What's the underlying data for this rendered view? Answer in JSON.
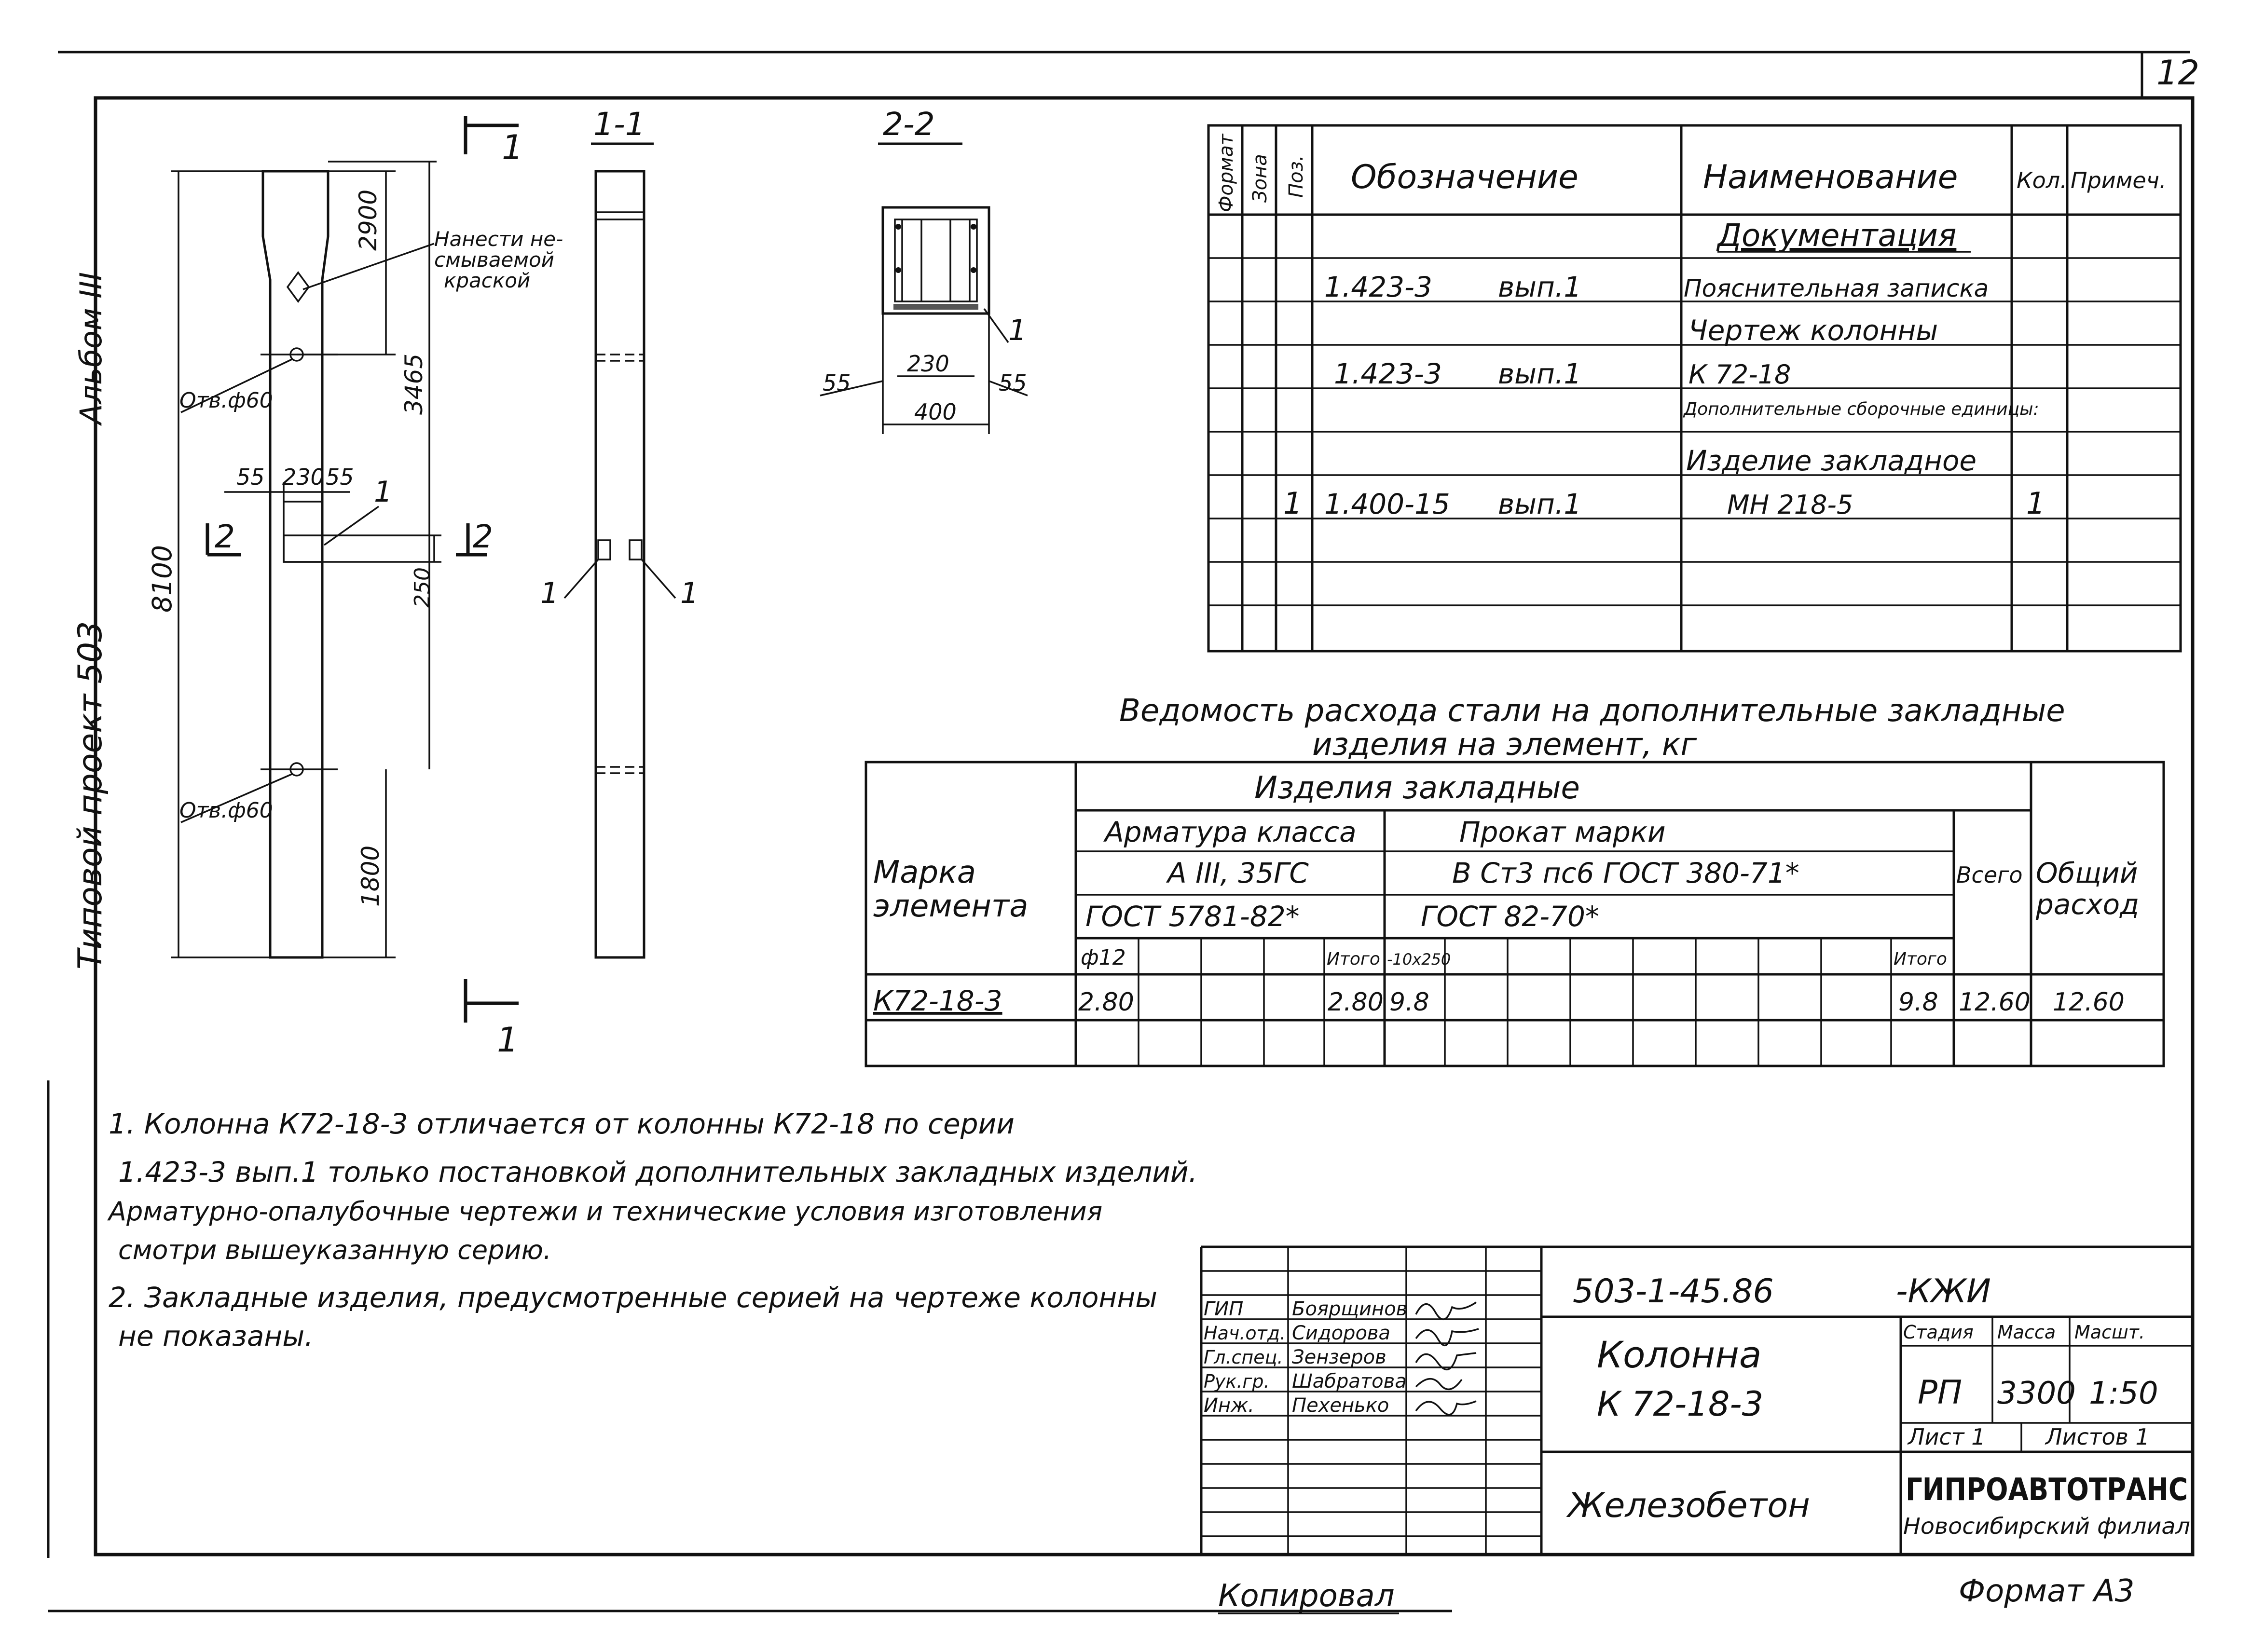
{
  "sheet": {
    "sheet_number": "12",
    "side_label": "Типовой проект 503",
    "side_album": "Альбом III",
    "copied_by": "Копировал",
    "format": "Формат А3"
  },
  "drawing": {
    "section_label_1": "1",
    "section_1_1": "1-1",
    "section_2_2": "2-2",
    "cut_label_2": "2",
    "note_paint": [
      "Нанести не-",
      "смываемой",
      "краской"
    ],
    "hole_label": "Отв.ф60",
    "item_label": "1",
    "dims": {
      "overall": "8100",
      "top": "2900",
      "middle": "3465",
      "bottom": "1800",
      "opening": "250",
      "left_gap": "55",
      "width_230": "230",
      "right_gap": "55",
      "sec_w": "400"
    }
  },
  "spec_table": {
    "headers": [
      "Формат",
      "Зона",
      "Поз.",
      "Обозначение",
      "Наименование",
      "Кол.",
      "Примеч."
    ],
    "section_title": "Документация",
    "rows": [
      {
        "pos": "",
        "code": "1.423-3",
        "issue": "вып.1",
        "name": "Пояснительная записка",
        "qty": ""
      },
      {
        "pos": "",
        "code": "",
        "issue": "",
        "name": "Чертеж колонны",
        "qty": ""
      },
      {
        "pos": "",
        "code": "1.423-3",
        "issue": "вып.1",
        "name": "К 72-18",
        "qty": ""
      },
      {
        "pos": "",
        "code": "",
        "issue": "",
        "name": "Дополнительные сборочные единицы:",
        "qty": ""
      },
      {
        "pos": "",
        "code": "",
        "issue": "",
        "name": "Изделие закладное",
        "qty": ""
      },
      {
        "pos": "1",
        "code": "1.400-15",
        "issue": "вып.1",
        "name": "МН 218-5",
        "qty": "1"
      }
    ]
  },
  "steel_table": {
    "title_line1": "Ведомость расхода стали на дополнительные закладные",
    "title_line2": "изделия на элемент, кг",
    "group_header": "Изделия закладные",
    "row_header": [
      "Марка",
      "элемента"
    ],
    "rebar_class": "Арматура класса",
    "rebar_grade": "А III, 35ГС",
    "rebar_gost": "ГОСТ 5781-82*",
    "rolled_brand": "Прокат марки",
    "rolled_grade": "В Ст3 пс6 ГОСТ 380-71*",
    "rolled_gost": "ГОСТ 82-70*",
    "col_total": "Всего",
    "col_overall": [
      "Общий",
      "расход"
    ],
    "sub_d12": "ф12",
    "sub_itogo": "Итого",
    "sub_10x250": "-10х250",
    "sub_itogo2": "Итого",
    "row": {
      "mark": "К72-18-3",
      "d12": "2.80",
      "itogo": "2.80",
      "p10x250": "9.8",
      "itogo2": "9.8",
      "total": "12.60",
      "overall": "12.60"
    }
  },
  "notes": [
    "1. Колонна К72-18-3 отличается от колонны К72-18 по серии",
    "1.423-3 вып.1 только постановкой дополнительных закладных изделий.",
    "Арматурно-опалубочные чертежи и технические условия изготовления",
    "смотри вышеуказанную серию.",
    "2. Закладные изделия, предусмотренные серией на чертеже колонны",
    "не показаны."
  ],
  "title_block": {
    "code": "503-1-45.86",
    "suffix": "-КЖИ",
    "title1": "Колонна",
    "title2": "К 72-18-3",
    "material": "Железобетон",
    "stage_h": "Стадия",
    "mass_h": "Масса",
    "scale_h": "Масшт.",
    "stage": "РП",
    "mass": "3300",
    "scale": "1:50",
    "sheet_lbl": "Лист 1",
    "sheets_lbl": "Листов 1",
    "org": "ГИПРОАВТОТРАНС",
    "branch": "Новосибирский филиал",
    "staff": [
      {
        "role": "ГИП",
        "name": "Боярщинов"
      },
      {
        "role": "Нач.отд.",
        "name": "Сидорова"
      },
      {
        "role": "Гл.спец.",
        "name": "Зензеров"
      },
      {
        "role": "Рук.гр.",
        "name": "Шабратова"
      },
      {
        "role": "Инж.",
        "name": "Пехенько"
      }
    ]
  }
}
